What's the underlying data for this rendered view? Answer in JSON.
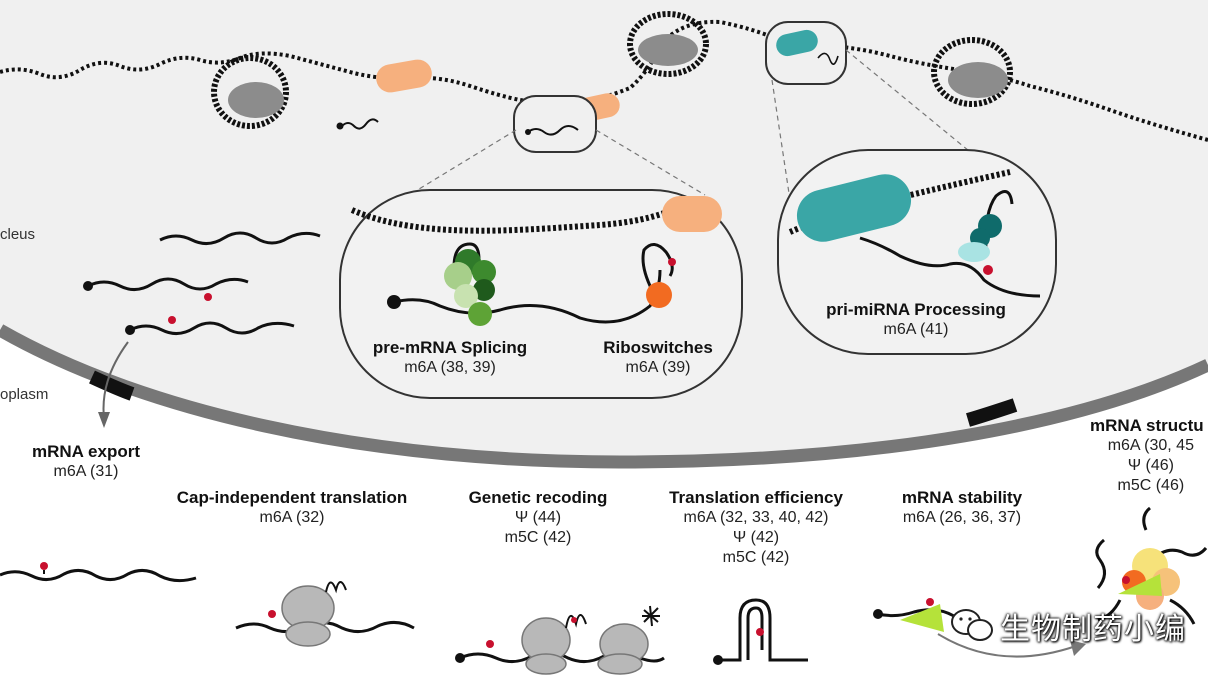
{
  "compartments": {
    "nucleus": "cleus",
    "cytoplasm": "oplasm"
  },
  "processes": {
    "splicing": {
      "title": "pre-mRNA Splicing",
      "marks": [
        "m6A (38, 39)"
      ]
    },
    "riboswitches": {
      "title": "Riboswitches",
      "marks": [
        "m6A (39)"
      ]
    },
    "mirna": {
      "title": "pri-miRNA Processing",
      "marks": [
        "m6A (41)"
      ]
    },
    "export": {
      "title": "mRNA export",
      "marks": [
        "m6A (31)"
      ]
    },
    "cap_independent": {
      "title": "Cap-independent translation",
      "marks": [
        "m6A (32)"
      ]
    },
    "recoding": {
      "title": "Genetic recoding",
      "marks": [
        "Ψ (44)",
        "m5C (42)"
      ]
    },
    "efficiency": {
      "title": "Translation efficiency",
      "marks": [
        "m6A (32, 33, 40, 42)",
        "Ψ (42)",
        "m5C (42)"
      ]
    },
    "stability": {
      "title": "mRNA stability",
      "marks": [
        "m6A (26, 36, 37)"
      ]
    },
    "structure": {
      "title": "mRNA structu",
      "marks": [
        "m6A (30, 45",
        "Ψ (46)",
        "m5C (46)"
      ]
    }
  },
  "watermark": {
    "text": "生物制药小编",
    "icon": "wechat-icon"
  },
  "colors": {
    "nucleus_fill": "#f0f0f0",
    "envelope": "#6e6e6e",
    "modification": "#c8102e",
    "histone": "#8c8c8c",
    "peach": "#f6b07e",
    "teal": "#3aa6a6",
    "dark_teal": "#0f6b6b",
    "light_teal": "#a9e3e3",
    "orange": "#f26b21",
    "green_dark": "#2f7a2a",
    "green_mid": "#5ea336",
    "green_light": "#a7cf8a",
    "lime": "#b5e23a",
    "yellow": "#f6e27a"
  }
}
